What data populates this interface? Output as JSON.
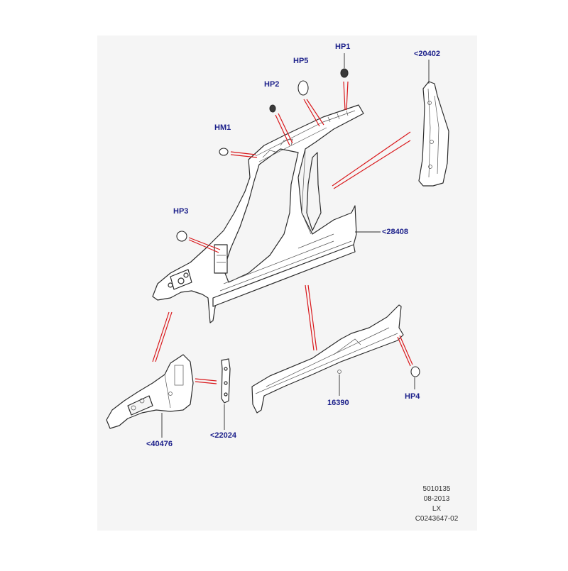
{
  "callouts": {
    "hp1": "HP1",
    "hp5": "HP5",
    "hp2": "HP2",
    "hm1": "HM1",
    "hp3": "HP3",
    "p20402": "<20402",
    "p28408": "<28408",
    "p40476": "<40476",
    "p22024": "<22024",
    "p16390": "16390",
    "hp4": "HP4"
  },
  "footer": {
    "line1": "5010135",
    "line2": "08-2013",
    "line3": "LX",
    "line4": "C0243647-02"
  },
  "colors": {
    "background": "#f5f5f5",
    "label": "#1b1f8a",
    "leader_line": "#d9191c",
    "part_outline": "#2b2b2b"
  }
}
